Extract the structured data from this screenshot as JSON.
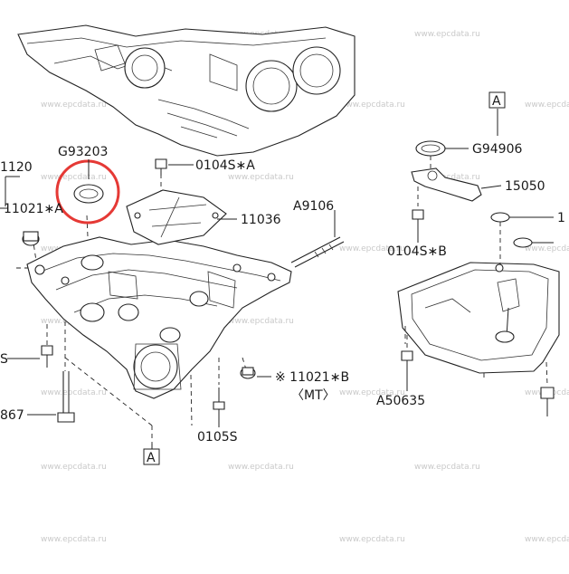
{
  "diagram": {
    "watermark": "www.epcdata.ru",
    "labels": {
      "g93203": "G93203",
      "s0104a": "0104S∗A",
      "p11036": "11036",
      "a9106": "A9106",
      "p1120": "1120",
      "p11021a": "11021∗A",
      "p11021b": "※ 11021∗B",
      "mt": "〈MT〉",
      "s0105": "0105S",
      "p867": "867",
      "s_left": "S",
      "box_a_top": "A",
      "box_a_bottom": "A",
      "g94906": "G94906",
      "p15050": "15050",
      "s0104b": "0104S∗B",
      "a50635": "A50635",
      "p1_right": "1"
    },
    "highlight_color": "#e53935"
  }
}
